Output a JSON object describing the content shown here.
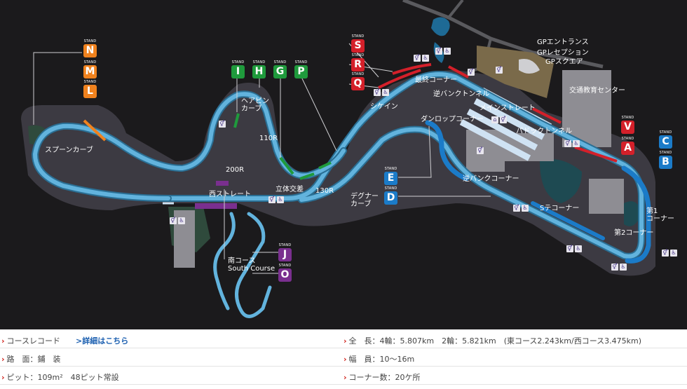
{
  "labels": {
    "spoon": "スプーンカーブ",
    "hairpin1": "ヘアピン",
    "hairpin2": "カーブ",
    "r110": "110R",
    "r200": "200R",
    "nishi": "西ストレート",
    "rittai": "立体交差",
    "r130": "130R",
    "degner1": "デグナー",
    "degner2": "カーブ",
    "minami": "南コース",
    "south": "South Course",
    "chicane": "シケイン",
    "saishu": "最終コーナー",
    "gyaku_tunnel": "逆バンクトンネル",
    "main_straight": "メインストレート",
    "dunlop": "ダンロップコーナー",
    "paddock_tunnel": "パドックトンネル",
    "gyaku_corner": "逆バンクコーナー",
    "s_corner": "Sテコーナー",
    "corner1a": "第1",
    "corner1b": "コーナー",
    "corner2": "第2コーナー",
    "gp_entrance": "GPエントランス",
    "gp_reception": "GPレセプション",
    "gp_square": "GPスクエア",
    "kotsu": "交通教育センター"
  },
  "stand_caption": "STAND",
  "stands": [
    {
      "id": "N",
      "label": "N",
      "color": "#f0821e"
    },
    {
      "id": "M",
      "label": "M",
      "color": "#f0821e"
    },
    {
      "id": "L",
      "label": "L",
      "color": "#f0821e"
    },
    {
      "id": "I",
      "label": "I",
      "color": "#1f9a3c"
    },
    {
      "id": "H",
      "label": "H",
      "color": "#1f9a3c"
    },
    {
      "id": "G",
      "label": "G",
      "color": "#1f9a3c"
    },
    {
      "id": "P",
      "label": "P",
      "color": "#1f9a3c"
    },
    {
      "id": "S",
      "label": "S",
      "color": "#d4202a"
    },
    {
      "id": "R",
      "label": "R",
      "color": "#d4202a"
    },
    {
      "id": "Q",
      "label": "Q",
      "color": "#d4202a"
    },
    {
      "id": "V",
      "label": "V",
      "color": "#d4202a"
    },
    {
      "id": "A",
      "label": "A",
      "color": "#d4202a"
    },
    {
      "id": "C",
      "label": "C",
      "color": "#1b7bc8"
    },
    {
      "id": "B",
      "label": "B",
      "color": "#1b7bc8"
    },
    {
      "id": "E",
      "label": "E",
      "color": "#1b7bc8"
    },
    {
      "id": "D",
      "label": "D",
      "color": "#1b7bc8"
    },
    {
      "id": "J",
      "label": "J",
      "color": "#7a2f8f"
    },
    {
      "id": "O",
      "label": "O",
      "color": "#7a2f8f"
    }
  ],
  "facility_icons": {
    "restroom": "restroom-icon",
    "wheelchair": "wheelchair-icon",
    "food": "food-icon"
  },
  "info": {
    "record_label": "コースレコード",
    "record_link": ">詳細はこちら",
    "surface": "路　面：鋪　装",
    "pit": "ピット：109m²　48ピット常設",
    "length": "全　長：4輪：5.807km　2輪：5.821km　(東コース2.243km/西コース3.475km)",
    "width": "幅　員：10～16m",
    "corners": "コーナー数：20ケ所"
  }
}
